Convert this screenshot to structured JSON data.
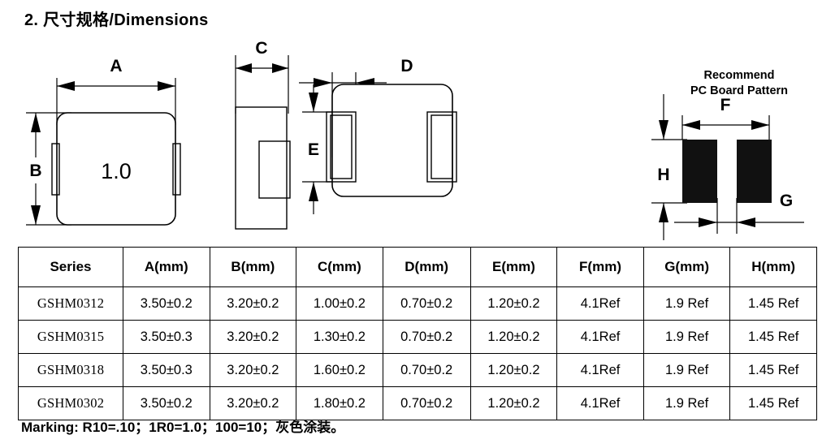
{
  "page": {
    "title": "2. 尺寸规格/Dimensions",
    "footnote": "Marking: R10=.10；1R0=1.0；100=10；灰色涂装。"
  },
  "figures": {
    "top_view": {
      "name": "top-view",
      "dim_a": "A",
      "dim_b": "B",
      "marking": "1.0"
    },
    "side_view": {
      "name": "side-view",
      "dim_c": "C"
    },
    "bottom_view": {
      "name": "bottom-view",
      "dim_d": "D",
      "dim_e": "E"
    },
    "pcb_pattern": {
      "name": "recommend-pc-board-pattern",
      "caption_line1": "Recommend",
      "caption_line2": "PC Board Pattern",
      "dim_f": "F",
      "dim_g": "G",
      "dim_h": "H"
    }
  },
  "table": {
    "headers": [
      "Series",
      "A(mm)",
      "B(mm)",
      "C(mm)",
      "D(mm)",
      "E(mm)",
      "F(mm)",
      "G(mm)",
      "H(mm)"
    ],
    "rows": [
      {
        "series": "GSHM0312",
        "a": "3.50±0.2",
        "b": "3.20±0.2",
        "c": "1.00±0.2",
        "d": "0.70±0.2",
        "e": "1.20±0.2",
        "f": "4.1Ref",
        "g": "1.9 Ref",
        "h": "1.45 Ref"
      },
      {
        "series": "GSHM0315",
        "a": "3.50±0.3",
        "b": "3.20±0.2",
        "c": "1.30±0.2",
        "d": "0.70±0.2",
        "e": "1.20±0.2",
        "f": "4.1Ref",
        "g": "1.9 Ref",
        "h": "1.45 Ref"
      },
      {
        "series": "GSHM0318",
        "a": "3.50±0.3",
        "b": "3.20±0.2",
        "c": "1.60±0.2",
        "d": "0.70±0.2",
        "e": "1.20±0.2",
        "f": "4.1Ref",
        "g": "1.9 Ref",
        "h": "1.45 Ref"
      },
      {
        "series": "GSHM0302",
        "a": "3.50±0.2",
        "b": "3.20±0.2",
        "c": "1.80±0.2",
        "d": "0.70±0.2",
        "e": "1.20±0.2",
        "f": "4.1Ref",
        "g": "1.9 Ref",
        "h": "1.45 Ref"
      }
    ]
  },
  "colors": {
    "line": "#000000",
    "pad_fill": "#111111",
    "background": "#ffffff"
  }
}
